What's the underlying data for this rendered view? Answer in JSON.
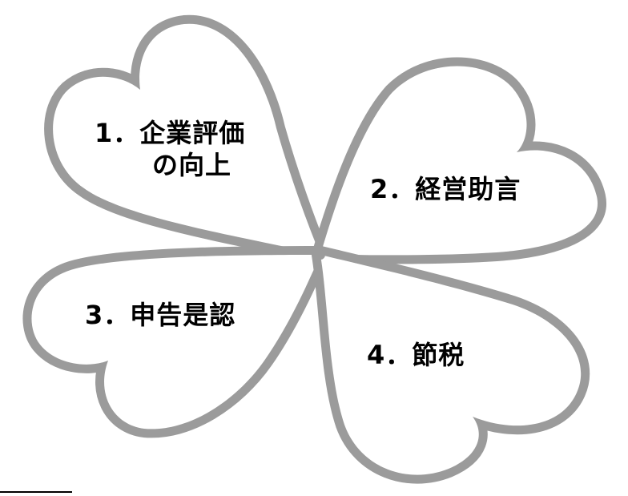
{
  "leaves": [
    {
      "label_line1": "1．企業評価",
      "label_line2": "の向上"
    },
    {
      "label": "2．経営助言"
    },
    {
      "label": "3．申告是認"
    },
    {
      "label": "4．節税"
    }
  ],
  "colors": {
    "leaf_stroke": "#9b9b9b",
    "text": "#000000",
    "background": "#ffffff"
  }
}
